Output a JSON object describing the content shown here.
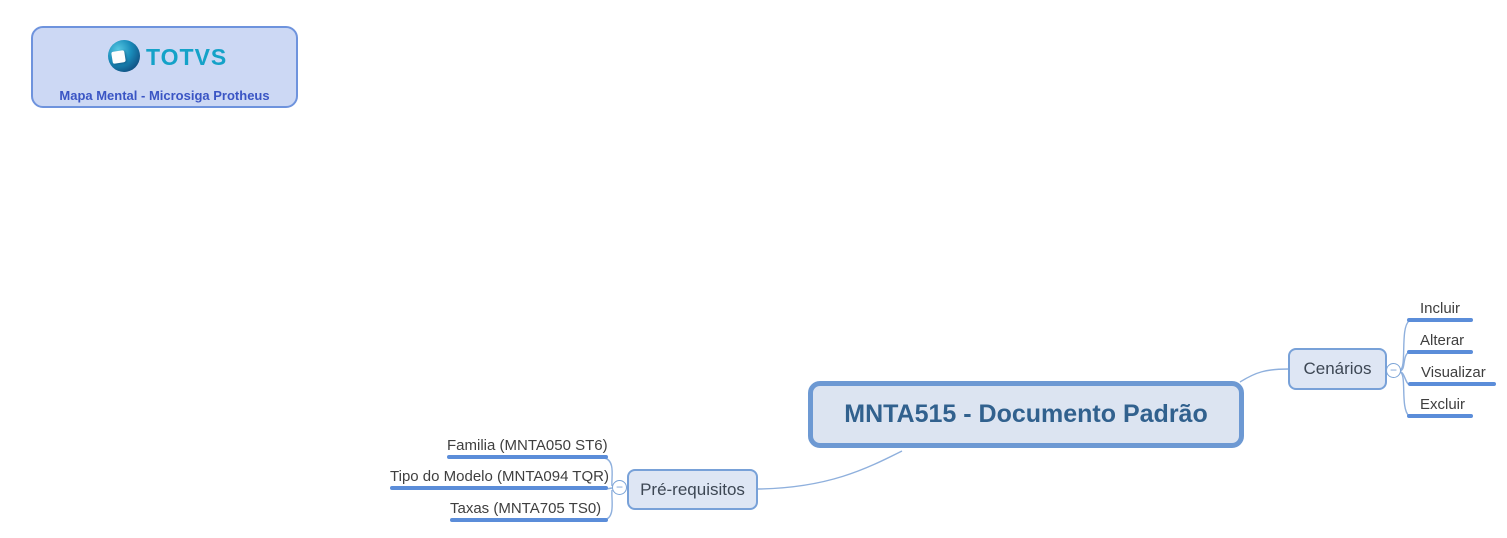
{
  "logo": {
    "brand": "TOTVS",
    "subtitle": "Mapa Mental - Microsiga Protheus"
  },
  "mindmap": {
    "root": {
      "label": "MNTA515 - Documento Padrão"
    },
    "branches": [
      {
        "label": "Cenários",
        "side": "right",
        "collapse_glyph": "−",
        "children": [
          "Incluir",
          "Alterar",
          "Visualizar",
          "Excluir"
        ]
      },
      {
        "label": "Pré-requisitos",
        "side": "left",
        "collapse_glyph": "−",
        "children": [
          "Familia (MNTA050 ST6)",
          "Tipo do Modelo (MNTA094 TQR)",
          "Taxas (MNTA705 TS0)"
        ]
      }
    ]
  },
  "colors": {
    "branch_line": "#5b8dd9",
    "thin_line": "#8fb0dd",
    "root_border": "#6d99d3",
    "root_fill": "#dce4f1",
    "root_text": "#31618e",
    "node_border": "#78a1d8",
    "node_fill": "#dee6f4",
    "node_text": "#3d4754",
    "leaf_text": "#3f3f3f",
    "logo_fill": "#ccd8f4",
    "logo_border": "#6e93dd",
    "brand_teal": "#14a2c8",
    "subtitle_blue": "#3a55c4"
  }
}
